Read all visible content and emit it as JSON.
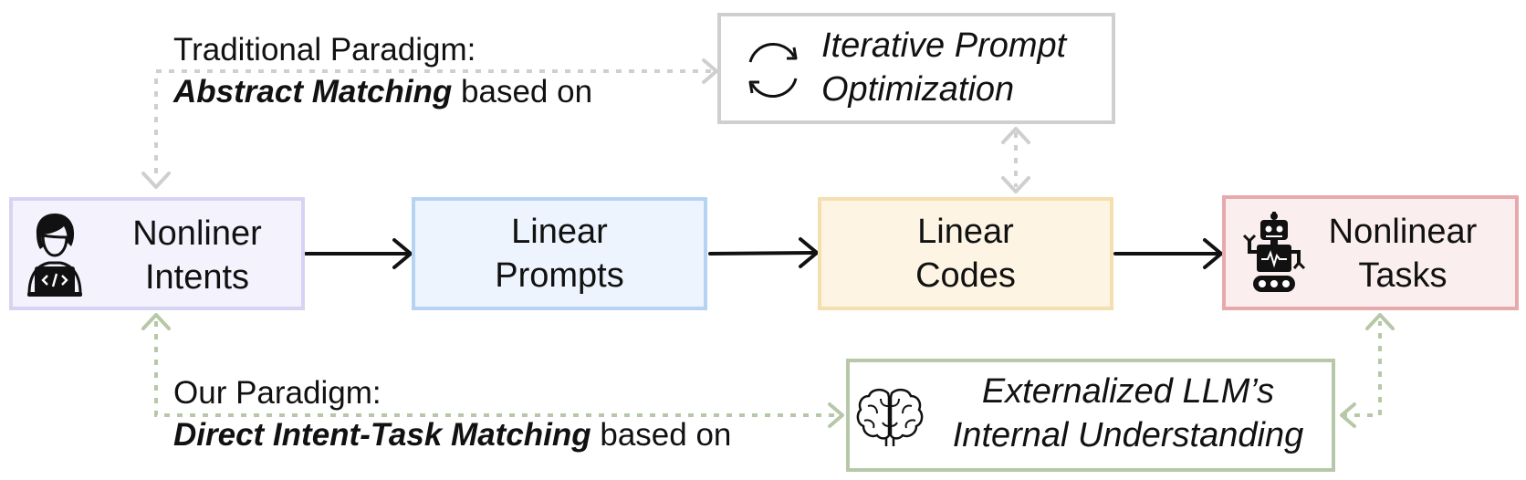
{
  "boxes": {
    "intents": {
      "line1": "Nonliner",
      "line2": "Intents",
      "border": "#d6d4f2",
      "fill": "#f3f2fd"
    },
    "prompts": {
      "line1": "Linear",
      "line2": "Prompts",
      "border": "#b7d3f3",
      "fill": "#eef4fd"
    },
    "codes": {
      "line1": "Linear",
      "line2": "Codes",
      "border": "#f5dfae",
      "fill": "#fdf4e4"
    },
    "tasks": {
      "line1": "Nonlinear",
      "line2": "Tasks",
      "border": "#e8a9ac",
      "fill": "#fbeeee"
    },
    "optimization": {
      "line1": "Iterative Prompt",
      "line2": "Optimization",
      "border": "#cfcfcf",
      "fill": "#ffffff"
    },
    "understanding": {
      "line1": "Externalized LLM’s",
      "line2": "Internal Understanding",
      "border": "#b7c8a8",
      "fill": "#ffffff"
    }
  },
  "traditional": {
    "line1": "Traditional Paradigm:",
    "bold": "Abstract Matching",
    "rest": " based on",
    "color": "#cfcfcf"
  },
  "ours": {
    "line1": "Our Paradigm:",
    "bold": "Direct Intent-Task Matching",
    "rest": " based on",
    "color": "#b7c8a8"
  },
  "icons": [
    "developer-laptop-icon",
    "refresh-cycle-icon",
    "robot-icon",
    "brain-icon"
  ]
}
